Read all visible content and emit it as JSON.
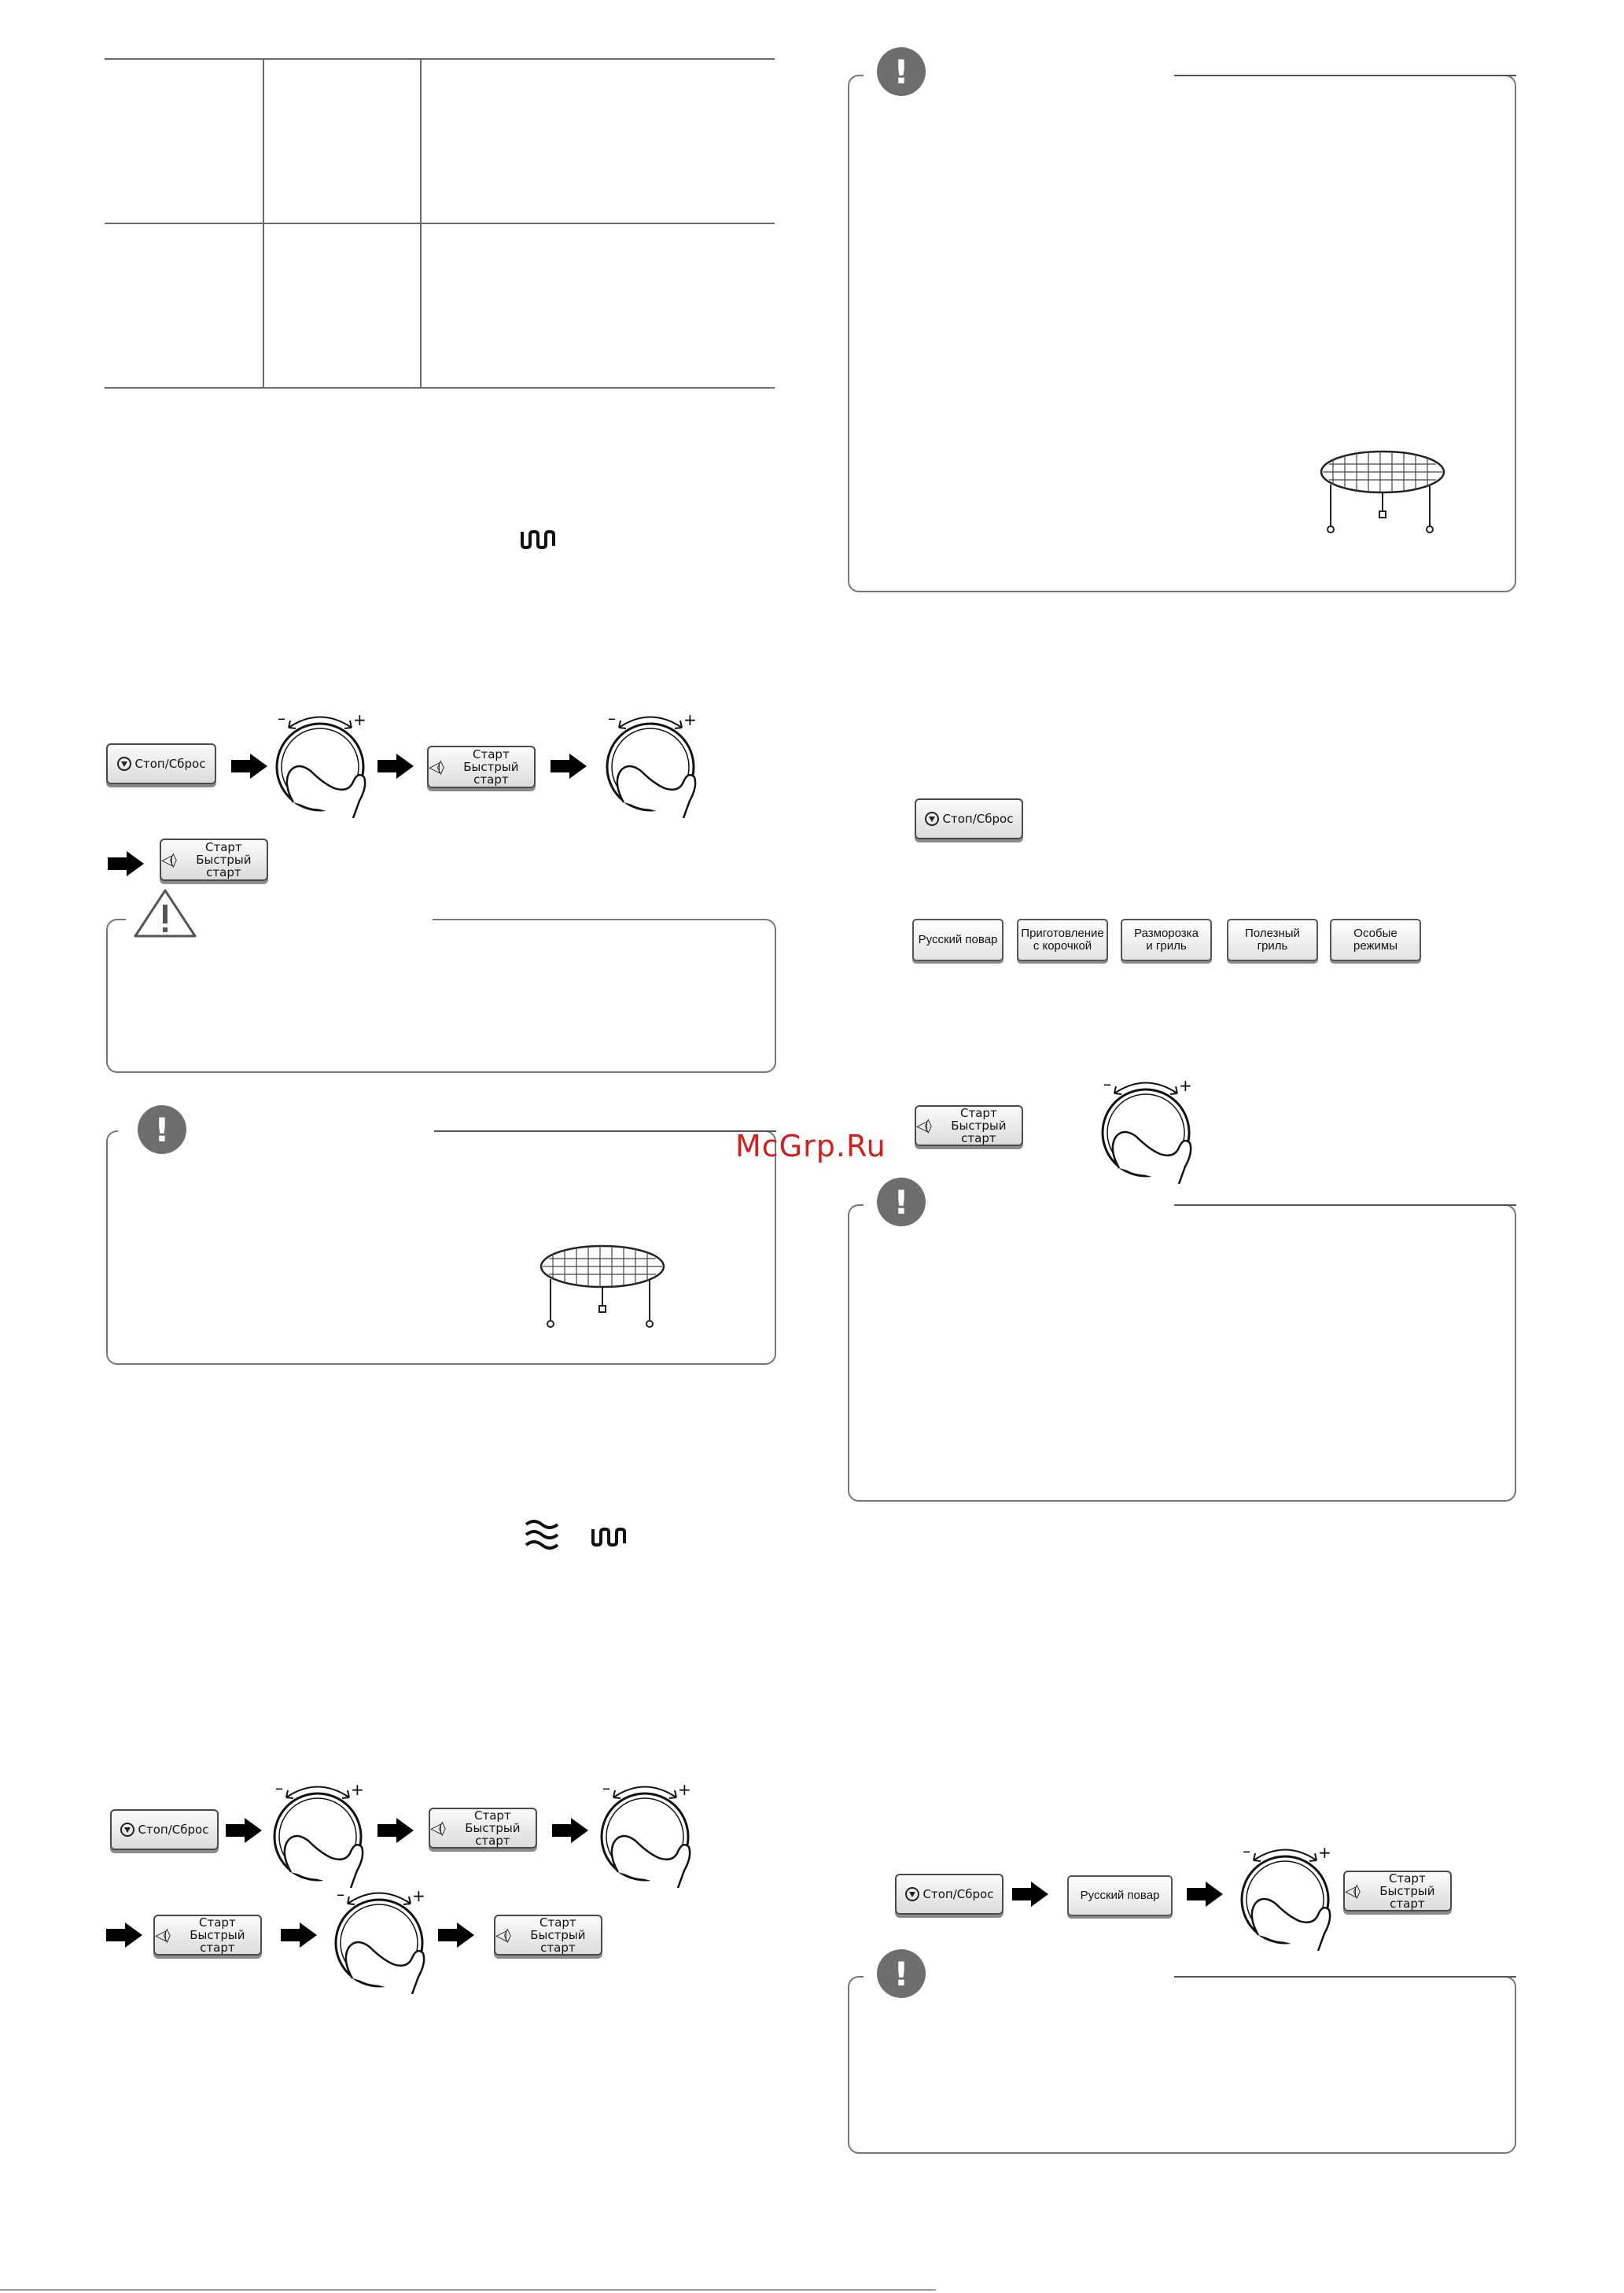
{
  "buttons": {
    "stop_reset": "Стоп/Сброс",
    "start_quick": "Старт\nБыстрый старт",
    "russian_cook": "Русский повар",
    "crust": "Приготовление\nс корочкой",
    "defrost_grill": "Разморозка\nи гриль",
    "healthy_grill": "Полезный\nгриль",
    "special_modes": "Особые режимы"
  },
  "watermark": "McGrp.Ru",
  "icons": {
    "grill": "grill-symbol-icon",
    "microwave": "microwave-symbol-icon",
    "dial": "dial-icon",
    "rack": "grill-rack-icon",
    "caution": "warning-triangle-icon",
    "note": "exclamation-icon"
  },
  "colors": {
    "watermark": "#d21f1f",
    "note_circle": "#6e6e6e"
  }
}
